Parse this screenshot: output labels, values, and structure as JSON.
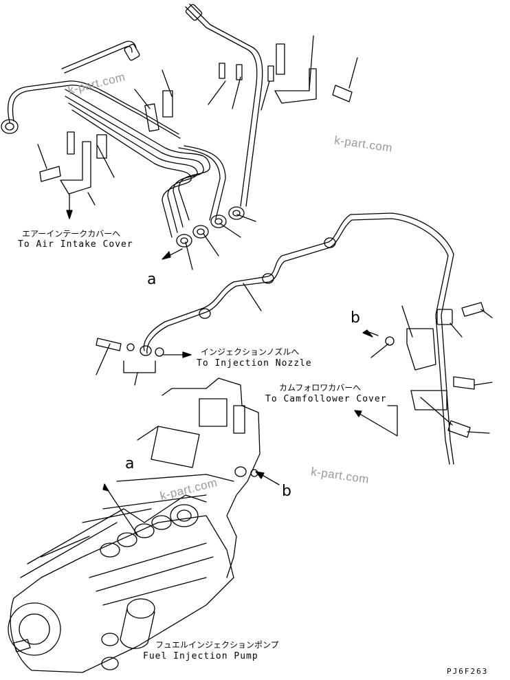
{
  "labels": {
    "air_intake_jp": "エアーインテークカバーへ",
    "air_intake_en": "To Air Intake Cover",
    "injection_nozzle_jp": "インジェクションノズルへ",
    "injection_nozzle_en": "To Injection Nozzle",
    "camfollower_jp": "カムフォロワカバーへ",
    "camfollower_en": "To Camfollower Cover",
    "fuel_pump_jp": "フュエルインジェクションポンプ",
    "fuel_pump_en": "Fuel Injection Pump"
  },
  "callouts": {
    "a_top": "a",
    "b_right": "b",
    "a_pump": "a",
    "b_pump": "b"
  },
  "watermarks": {
    "wm1": "k-part.com",
    "wm2": "k-part.com",
    "wm3": "k-part.com",
    "wm4": "k-part.com"
  },
  "drawing_code": "PJ6F263"
}
